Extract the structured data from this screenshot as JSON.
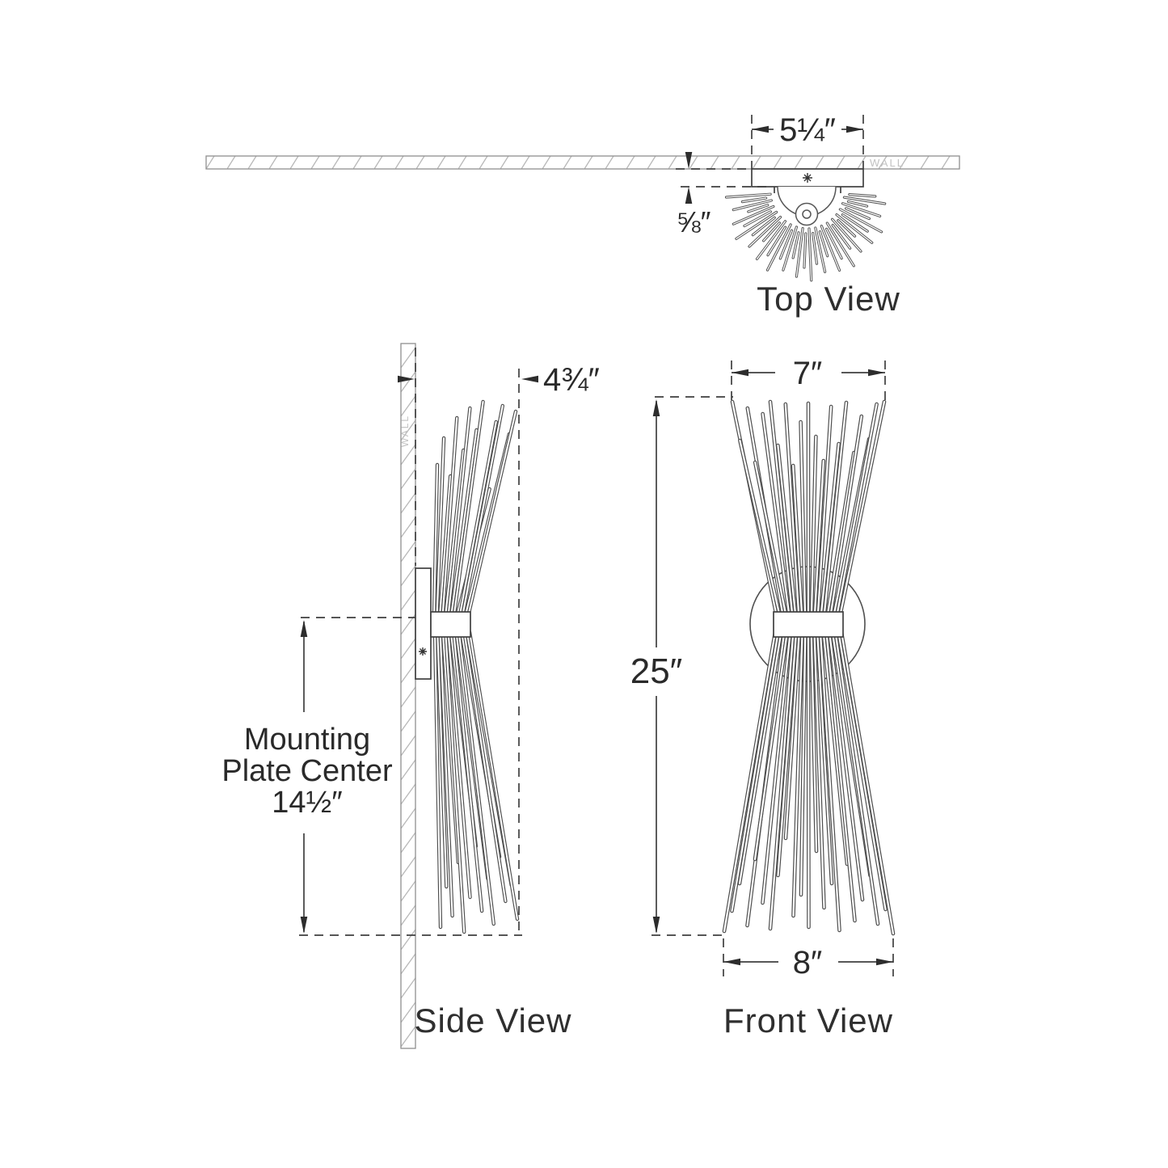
{
  "colors": {
    "line": "#3f3f3f",
    "rod_outline": "#4f4f4f",
    "text": "#2a2a2a",
    "wall_hatch": "#b8b8b8",
    "wall_text": "#c2c2c2",
    "background": "#ffffff"
  },
  "top_view": {
    "title": "Top View",
    "wall_label": "WALL",
    "width_dim": "5¼″",
    "depth_dim": "⅝″"
  },
  "side_view": {
    "title": "Side View",
    "wall_label": "WALL",
    "depth_dim": "4¾″",
    "mounting_label_line1": "Mounting",
    "mounting_label_line2": "Plate Center",
    "mounting_label_line3": "14½″"
  },
  "front_view": {
    "title": "Front View",
    "top_width_dim": "7″",
    "height_dim": "25″",
    "bottom_width_dim": "8″"
  }
}
